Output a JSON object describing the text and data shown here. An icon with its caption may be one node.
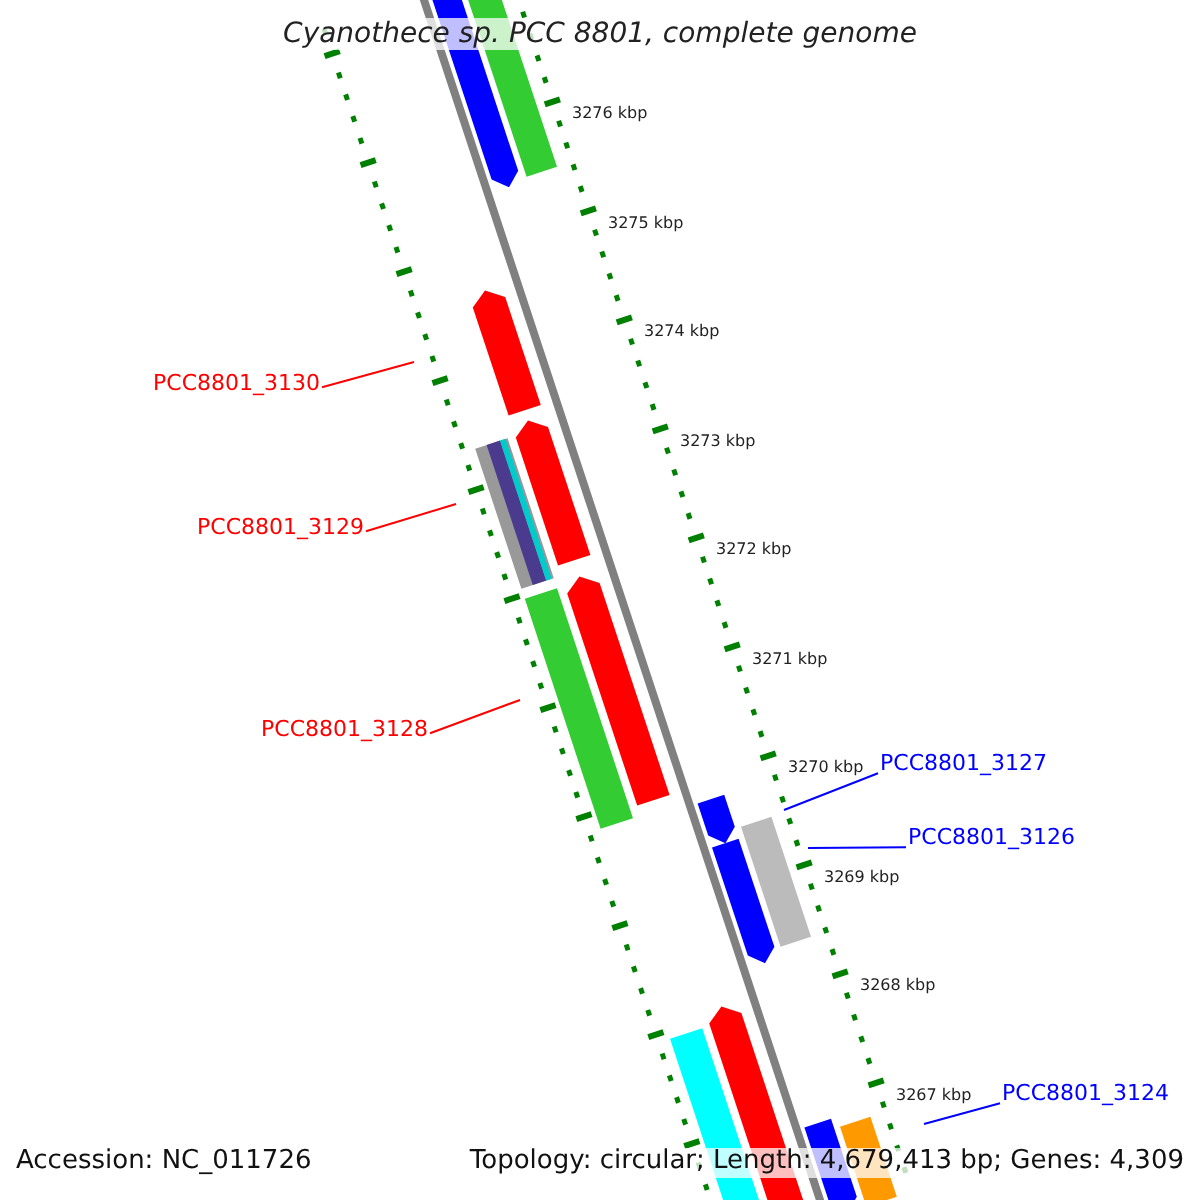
{
  "diagram": {
    "title": "Cyanothece sp. PCC 8801, complete genome",
    "nodes": [
      {
        "text": [
          "PCC8801_3130"
        ]
      },
      {
        "text": [
          "PCC8801_3129"
        ]
      },
      {
        "text": [
          "PCC8801_3128"
        ]
      },
      {
        "text": [
          "PCC8801_3127"
        ]
      },
      {
        "text": [
          "PCC8801_3126"
        ]
      },
      {
        "text": [
          "PCC8801_3124"
        ]
      }
    ],
    "edges": [
      {
        "from": 0,
        "to": null,
        "arrow": "none",
        "color": "#ff0000"
      },
      {
        "from": 1,
        "to": null,
        "arrow": "none",
        "color": "#ff0000"
      },
      {
        "from": 2,
        "to": null,
        "arrow": "none",
        "color": "#ff0000"
      },
      {
        "from": 3,
        "to": null,
        "arrow": "none",
        "color": "#0000ff"
      },
      {
        "from": 4,
        "to": null,
        "arrow": "none",
        "color": "#0000ff"
      },
      {
        "from": 5,
        "to": null,
        "arrow": "none",
        "color": "#0000ff"
      }
    ],
    "labels": [
      "3276 kbp",
      "3275 kbp",
      "3274 kbp",
      "3273 kbp",
      "3272 kbp",
      "3271 kbp",
      "3270 kbp",
      "3269 kbp",
      "3268 kbp",
      "3267 kbp",
      "Accession: NC_011726",
      "Topology: circular; Length: 4,679,413 bp; Genes: 4,309"
    ]
  }
}
